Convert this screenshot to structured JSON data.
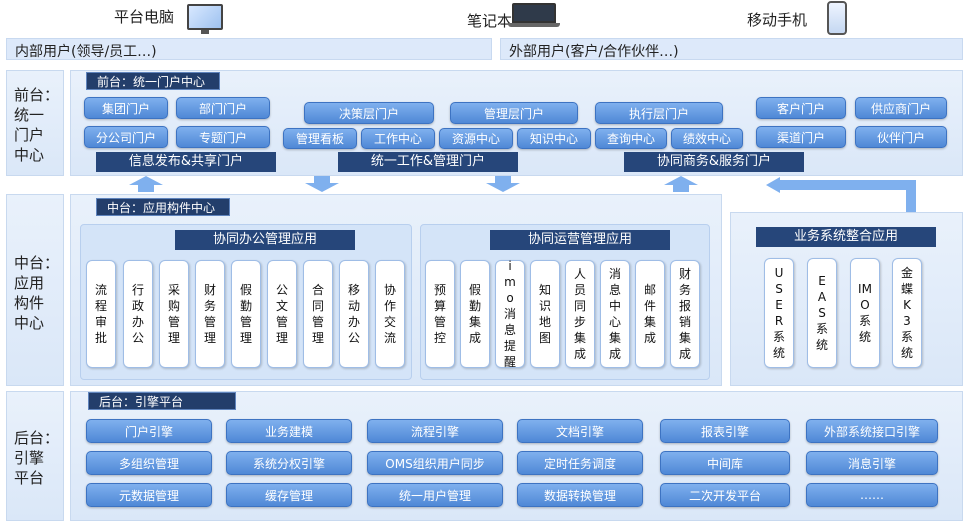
{
  "devices": {
    "desktop": "平台电脑",
    "laptop": "笔记本",
    "mobile": "移动手机"
  },
  "users": {
    "internal": "内部用户(领导/员工…)",
    "external": "外部用户(客户/合作伙伴…)"
  },
  "front": {
    "side_label": [
      "前台：",
      "统一",
      "门户",
      "中心"
    ],
    "header": "前台：统一门户中心",
    "left_buttons": [
      "集团门户",
      "部门门户",
      "分公司门户",
      "专题门户"
    ],
    "mid_top": [
      "决策层门户",
      "管理层门户",
      "执行层门户"
    ],
    "mid_bottom": [
      "管理看板",
      "工作中心",
      "资源中心",
      "知识中心",
      "查询中心",
      "绩效中心"
    ],
    "right_buttons": [
      "客户门户",
      "供应商门户",
      "渠道门户",
      "伙伴门户"
    ],
    "bars": [
      "信息发布&共享门户",
      "统一工作&管理门户",
      "协同商务&服务门户"
    ]
  },
  "middle": {
    "side_label": [
      "中台：",
      "应用",
      "构件",
      "中心"
    ],
    "header": "中台：应用构件中心",
    "office_title": "协同办公管理应用",
    "office_items": [
      "流程审批",
      "行政办公",
      "采购管理",
      "财务管理",
      "假勤管理",
      "公文管理",
      "合同管理",
      "移动办公",
      "协作交流"
    ],
    "ops_title": "协同运营管理应用",
    "ops_items": [
      "预算管控",
      "假勤集成",
      "imo消息提醒",
      "知识地图",
      "人员同步集成",
      "消息中心集成",
      "邮件集成",
      "财务报销集成"
    ],
    "biz_title": "业务系统整合应用",
    "biz_items": [
      "USER系统",
      "EAS系统",
      "IMO系统",
      "金蝶K3系统"
    ]
  },
  "back": {
    "side_label": [
      "后台：",
      "引擎",
      "平台"
    ],
    "header": "后台：引擎平台",
    "rows": [
      [
        "门户引擎",
        "业务建模",
        "流程引擎",
        "文档引擎",
        "报表引擎",
        "外部系统接口引擎"
      ],
      [
        "多组织管理",
        "系统分权引擎",
        "OMS组织用户同步",
        "定时任务调度",
        "中间库",
        "消息引擎"
      ],
      [
        "元数据管理",
        "缓存管理",
        "统一用户管理",
        "数据转换管理",
        "二次开发平台",
        "……"
      ]
    ]
  },
  "colors": {
    "button": "#4f88d6",
    "bar": "#26467a",
    "panel": "#d4e4f8",
    "layer": "#e3edf9"
  }
}
